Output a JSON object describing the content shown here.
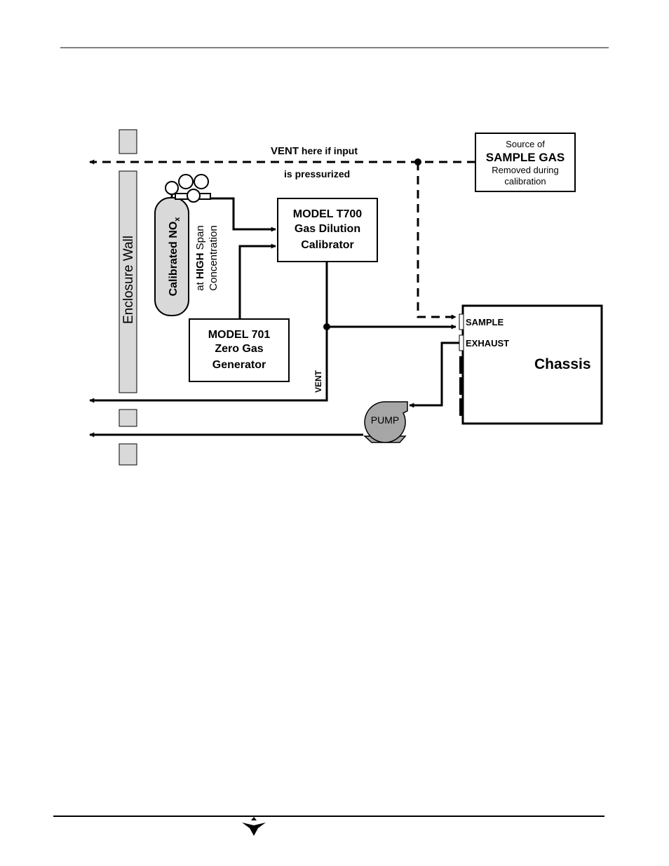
{
  "diagram": {
    "vent_note": {
      "bold_word": "VENT",
      "line1_rest": " here if input",
      "line2": "is pressurized"
    },
    "sample_source": {
      "line1": "Source of",
      "line2": "SAMPLE GAS",
      "line3": "Removed during",
      "line4": "calibration"
    },
    "enclosure_wall": "Enclosure Wall",
    "cylinder": {
      "label": "Calibrated NO",
      "subscript": "x"
    },
    "span_note": {
      "prefix": "at ",
      "bold_word": "HIGH",
      "suffix": " Span",
      "line2": "Concentration"
    },
    "calibrator": {
      "line1": "MODEL T700",
      "line2": "Gas Dilution",
      "line3": "Calibrator"
    },
    "zero_gen": {
      "line1": "MODEL 701",
      "line2": "Zero Gas",
      "line3": "Generator"
    },
    "vent_label": "VENT",
    "chassis": {
      "label": "Chassis",
      "sample_port": "SAMPLE",
      "exhaust_port": "EXHAUST"
    },
    "pump_label": "PUMP"
  },
  "colors": {
    "line": "#000000",
    "wall": "#d9d9d9",
    "pump": "#a6a6a6",
    "cylinder": "#d9d9d9"
  }
}
